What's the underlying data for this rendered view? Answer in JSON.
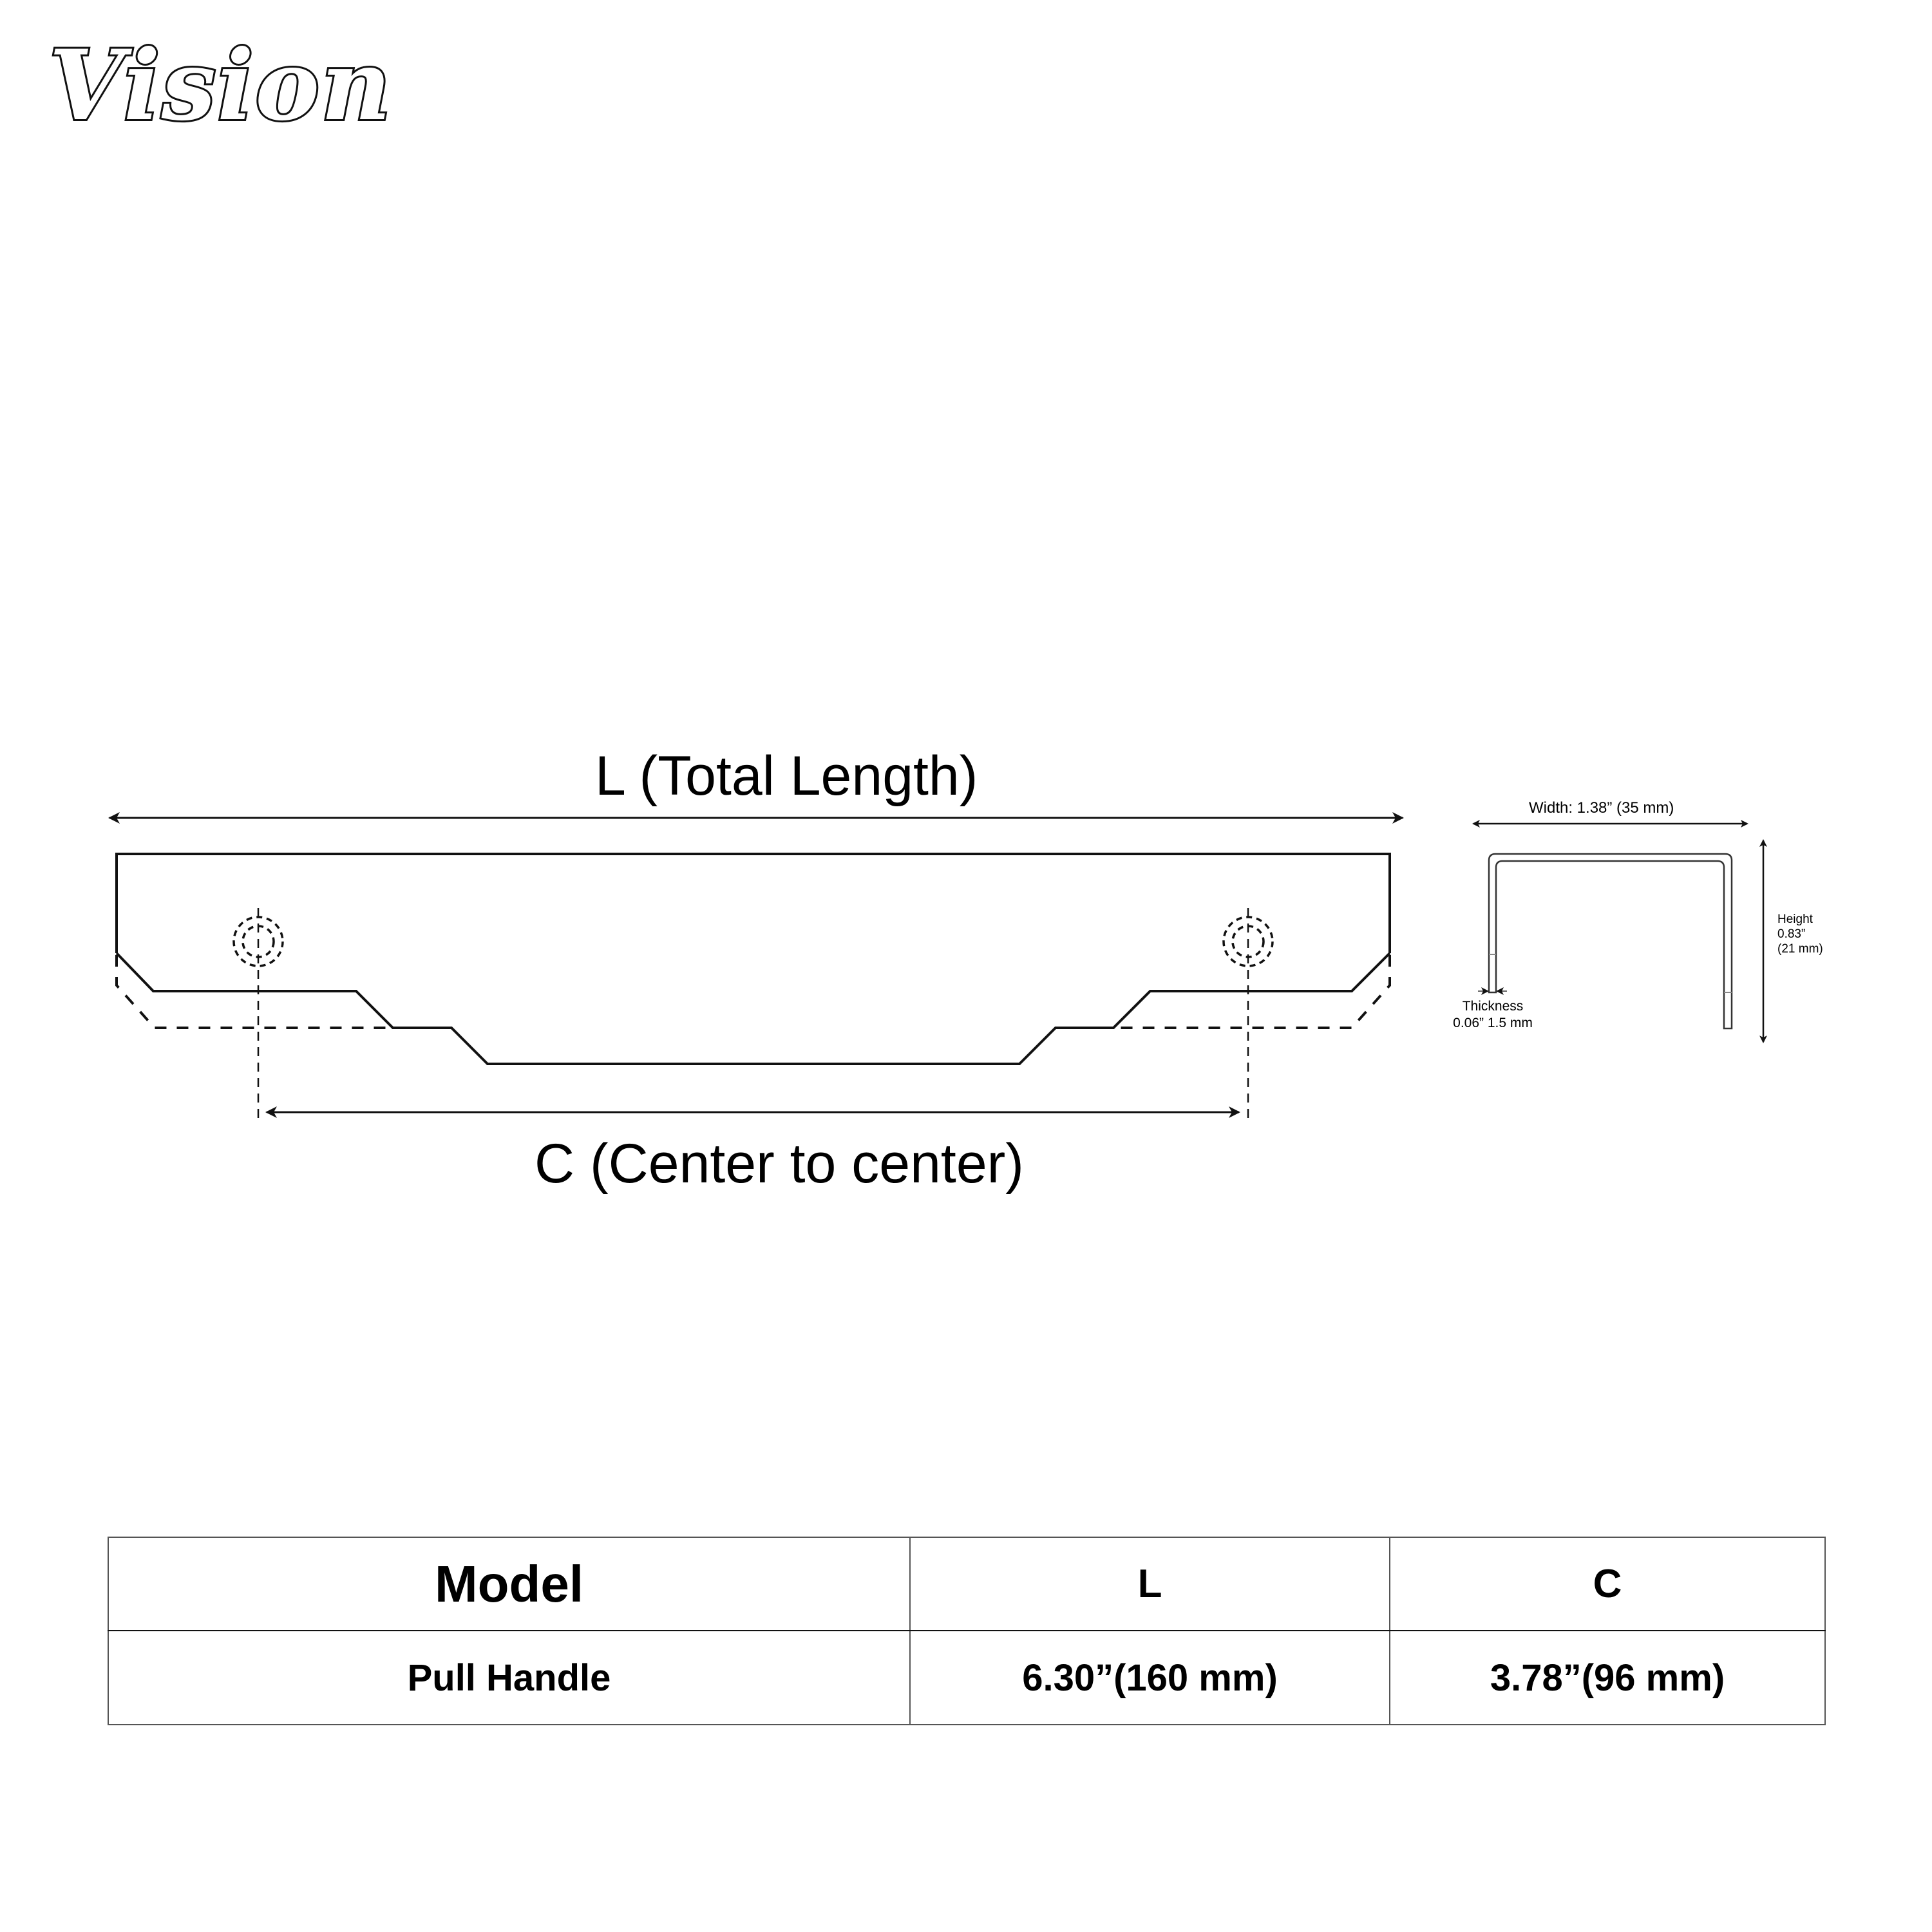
{
  "brand": {
    "logo_text": "Vision"
  },
  "front_view": {
    "length_label": "L (Total Length)",
    "center_label": "C (Center to center)",
    "icons": [
      "dimension-arrow",
      "mounting-hole-icon",
      "center-line"
    ]
  },
  "side_view": {
    "width_label": "Width: 1.38” (35 mm)",
    "height_label_line1": "Height",
    "height_label_line2": "0.83”",
    "height_label_line3": "(21 mm)",
    "thickness_label_line1": "Thickness",
    "thickness_label_line2": "0.06” 1.5 mm"
  },
  "spec_table": {
    "headers": [
      "Model",
      "L",
      "C"
    ],
    "rows": [
      [
        "Pull Handle",
        "6.30”(160 mm)",
        "3.78”(96 mm)"
      ]
    ]
  },
  "colors": {
    "line": "#111111",
    "table_border": "#555555",
    "background": "#ffffff"
  }
}
